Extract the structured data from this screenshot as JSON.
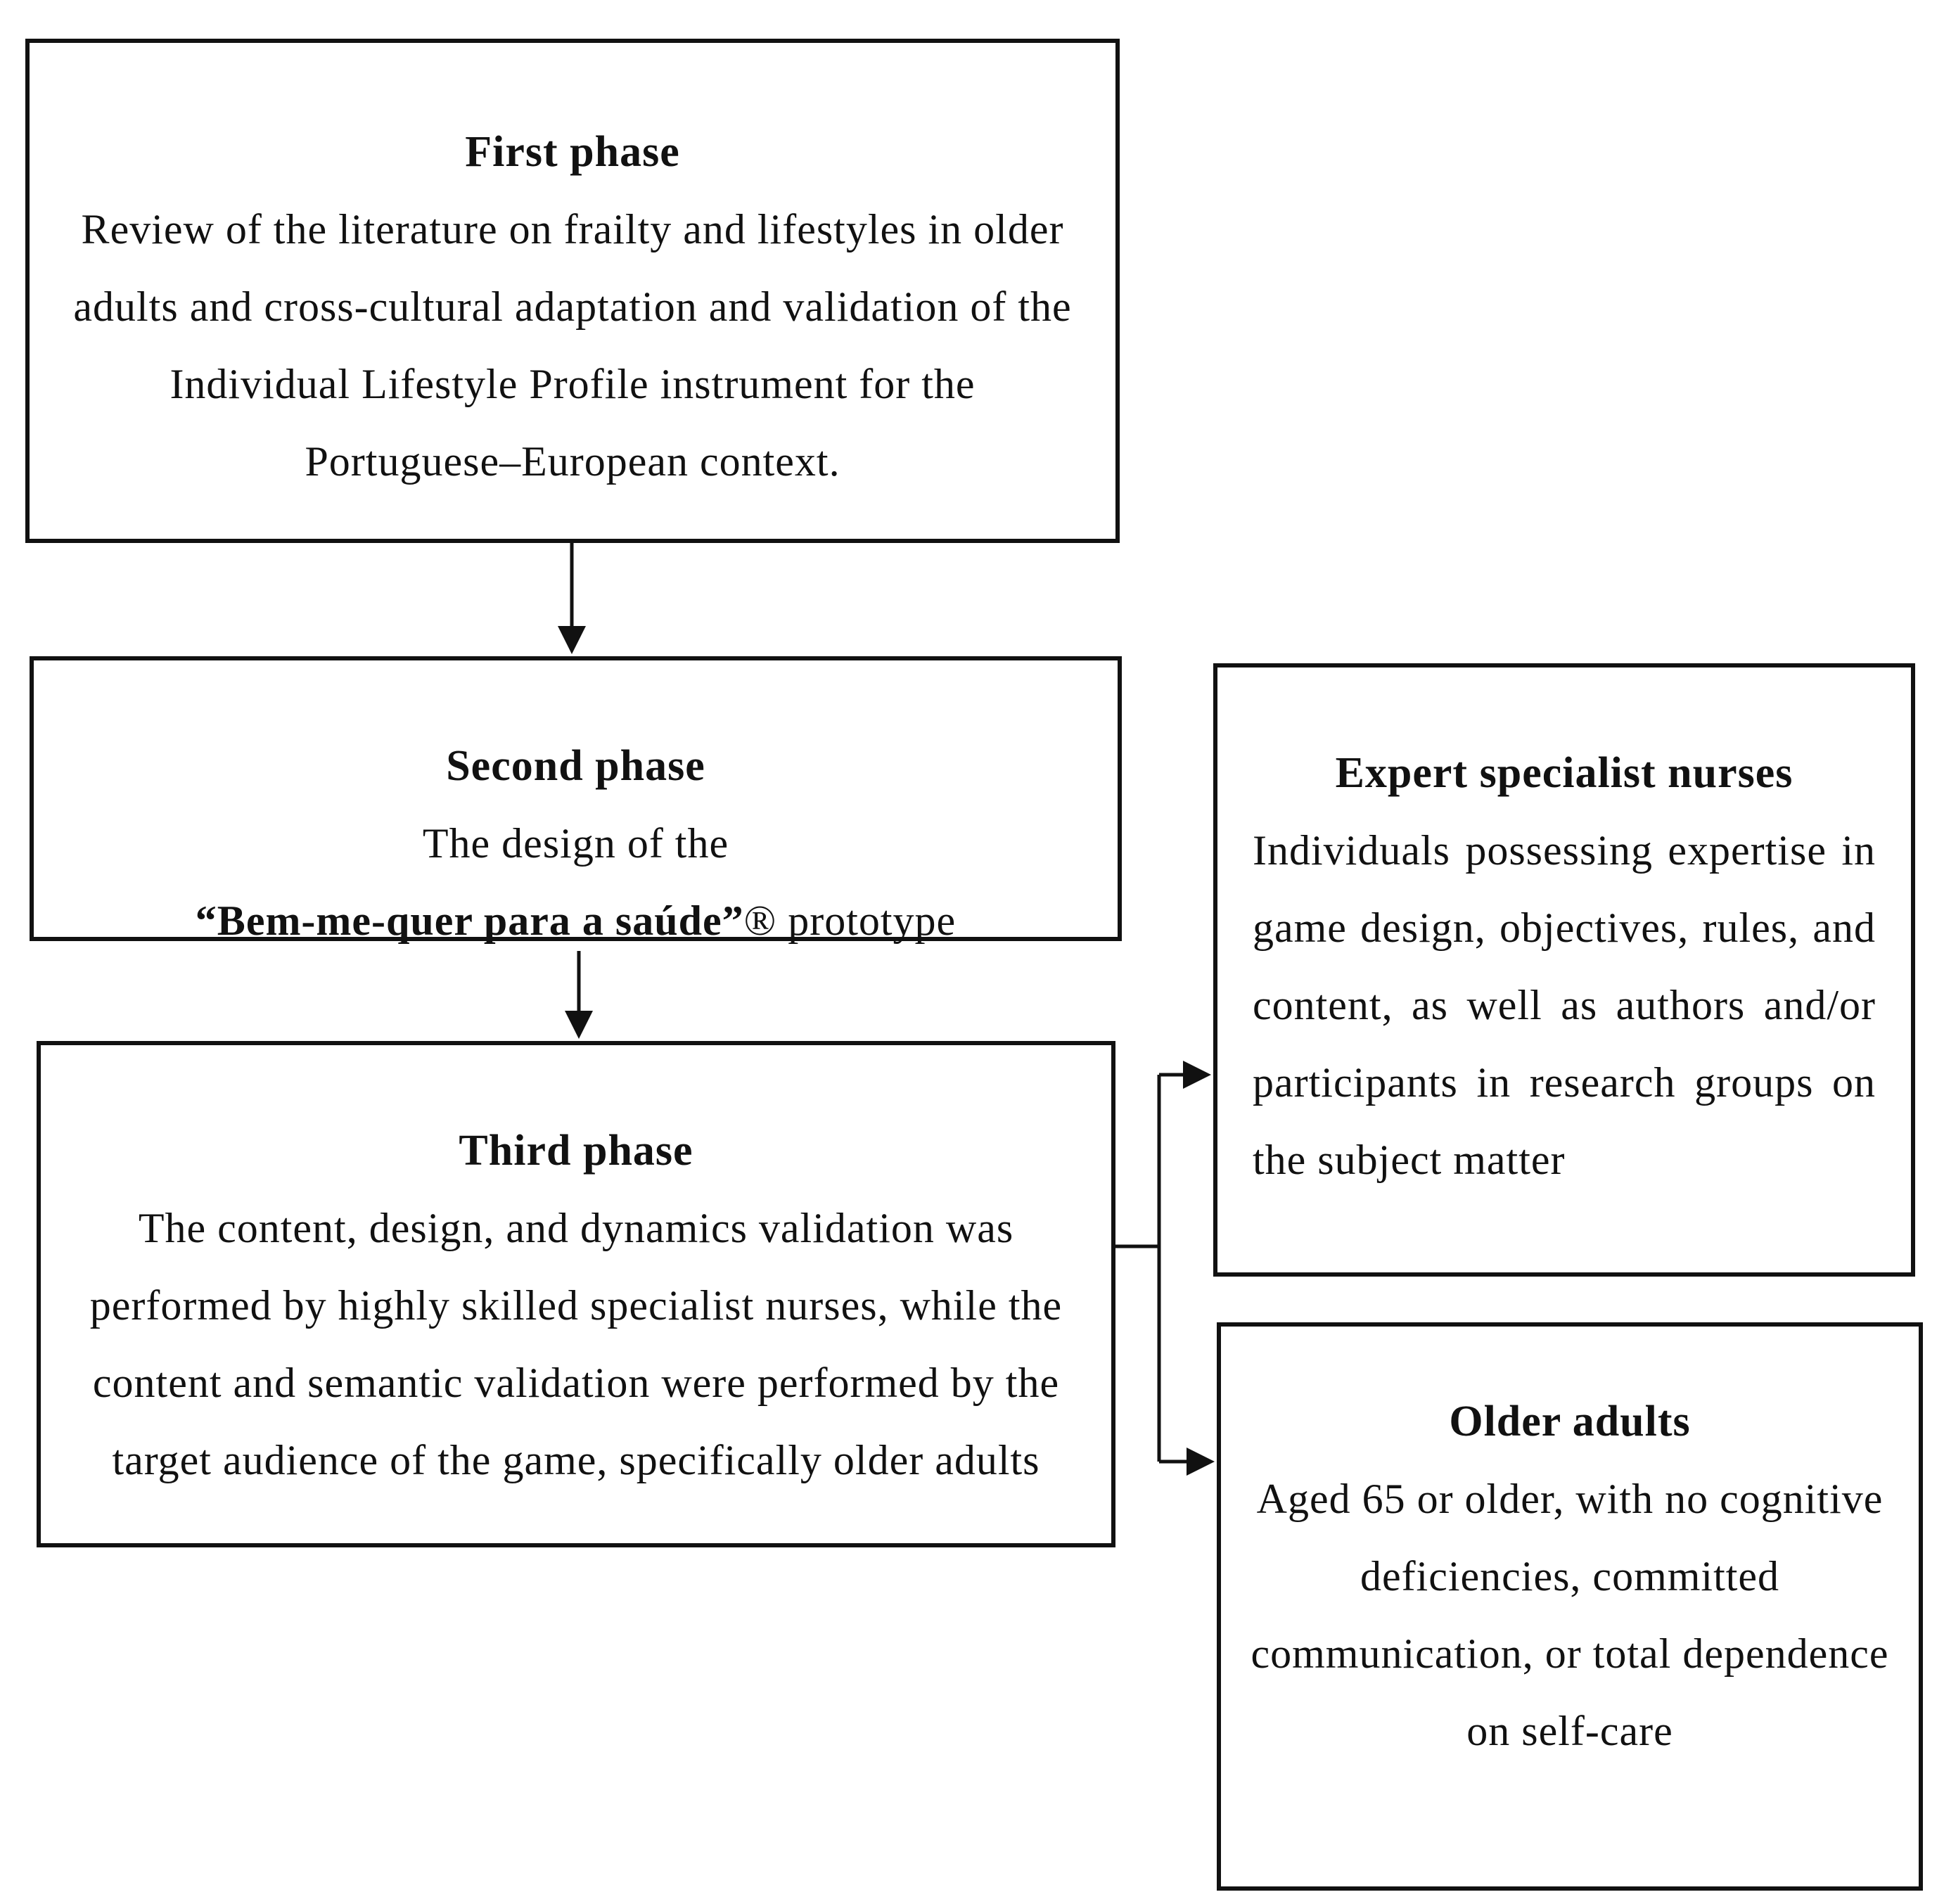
{
  "phases": {
    "first": {
      "title": "First phase",
      "body": "Review of the literature on frailty and lifestyles in older adults and cross-cultural adaptation and validation of the Individual Lifestyle Profile instrument for the Portuguese–European context."
    },
    "second": {
      "title": "Second phase",
      "body_intro": "The design of the",
      "game_name": "“Bem-me-quer para a saúde”",
      "body_suffix": "® prototype"
    },
    "third": {
      "title": "Third phase",
      "body": "The content, design, and dynamics validation was performed by highly skilled specialist nurses, while the content and semantic validation were performed by the target audience of the game, specifically older adults"
    }
  },
  "groups": {
    "experts": {
      "title": "Expert specialist nurses",
      "body": "Individuals possessing expertise in game design, objectives, rules, and content, as well as authors and/or participants in research groups on the subject matter"
    },
    "older_adults": {
      "title": "Older adults",
      "body": "Aged 65 or older, with no cognitive deficiencies, committed communication, or total dependence on self-care"
    }
  }
}
